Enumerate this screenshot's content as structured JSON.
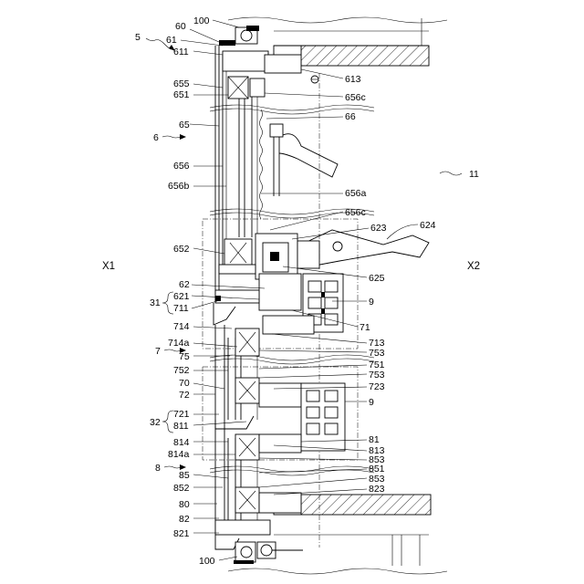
{
  "figure": {
    "side_left": "X1",
    "side_right": "X2",
    "assembly_labels": {
      "l5": "5",
      "l6": "6",
      "l7": "7",
      "l8": "8",
      "l11": "11"
    },
    "group_labels": {
      "g31": "31",
      "g32": "32"
    },
    "left_labels": {
      "l100_top": "100",
      "l60": "60",
      "l61": "61",
      "l611": "611",
      "l655": "655",
      "l651": "651",
      "l65": "65",
      "l656": "656",
      "l656b": "656b",
      "l652": "652",
      "l62": "62",
      "l621": "621",
      "l711": "711",
      "l714": "714",
      "l714a": "714a",
      "l75": "75",
      "l752": "752",
      "l70": "70",
      "l72": "72",
      "l721": "721",
      "l811": "811",
      "l814": "814",
      "l814a": "814a",
      "l85": "85",
      "l852": "852",
      "l80": "80",
      "l82": "82",
      "l821": "821",
      "l100_bottom": "100"
    },
    "right_labels": {
      "l613": "613",
      "l656c_top": "656c",
      "l66": "66",
      "l656a": "656a",
      "l656c_mid": "656c",
      "l623": "623",
      "l624": "624",
      "l625": "625",
      "l9_top": "9",
      "l71": "71",
      "l713": "713",
      "l753_a": "753",
      "l751": "751",
      "l753_b": "753",
      "l723": "723",
      "l9_bottom": "9",
      "l81": "81",
      "l813": "813",
      "l853_a": "853",
      "l851": "851",
      "l853_b": "853",
      "l823": "823"
    }
  }
}
